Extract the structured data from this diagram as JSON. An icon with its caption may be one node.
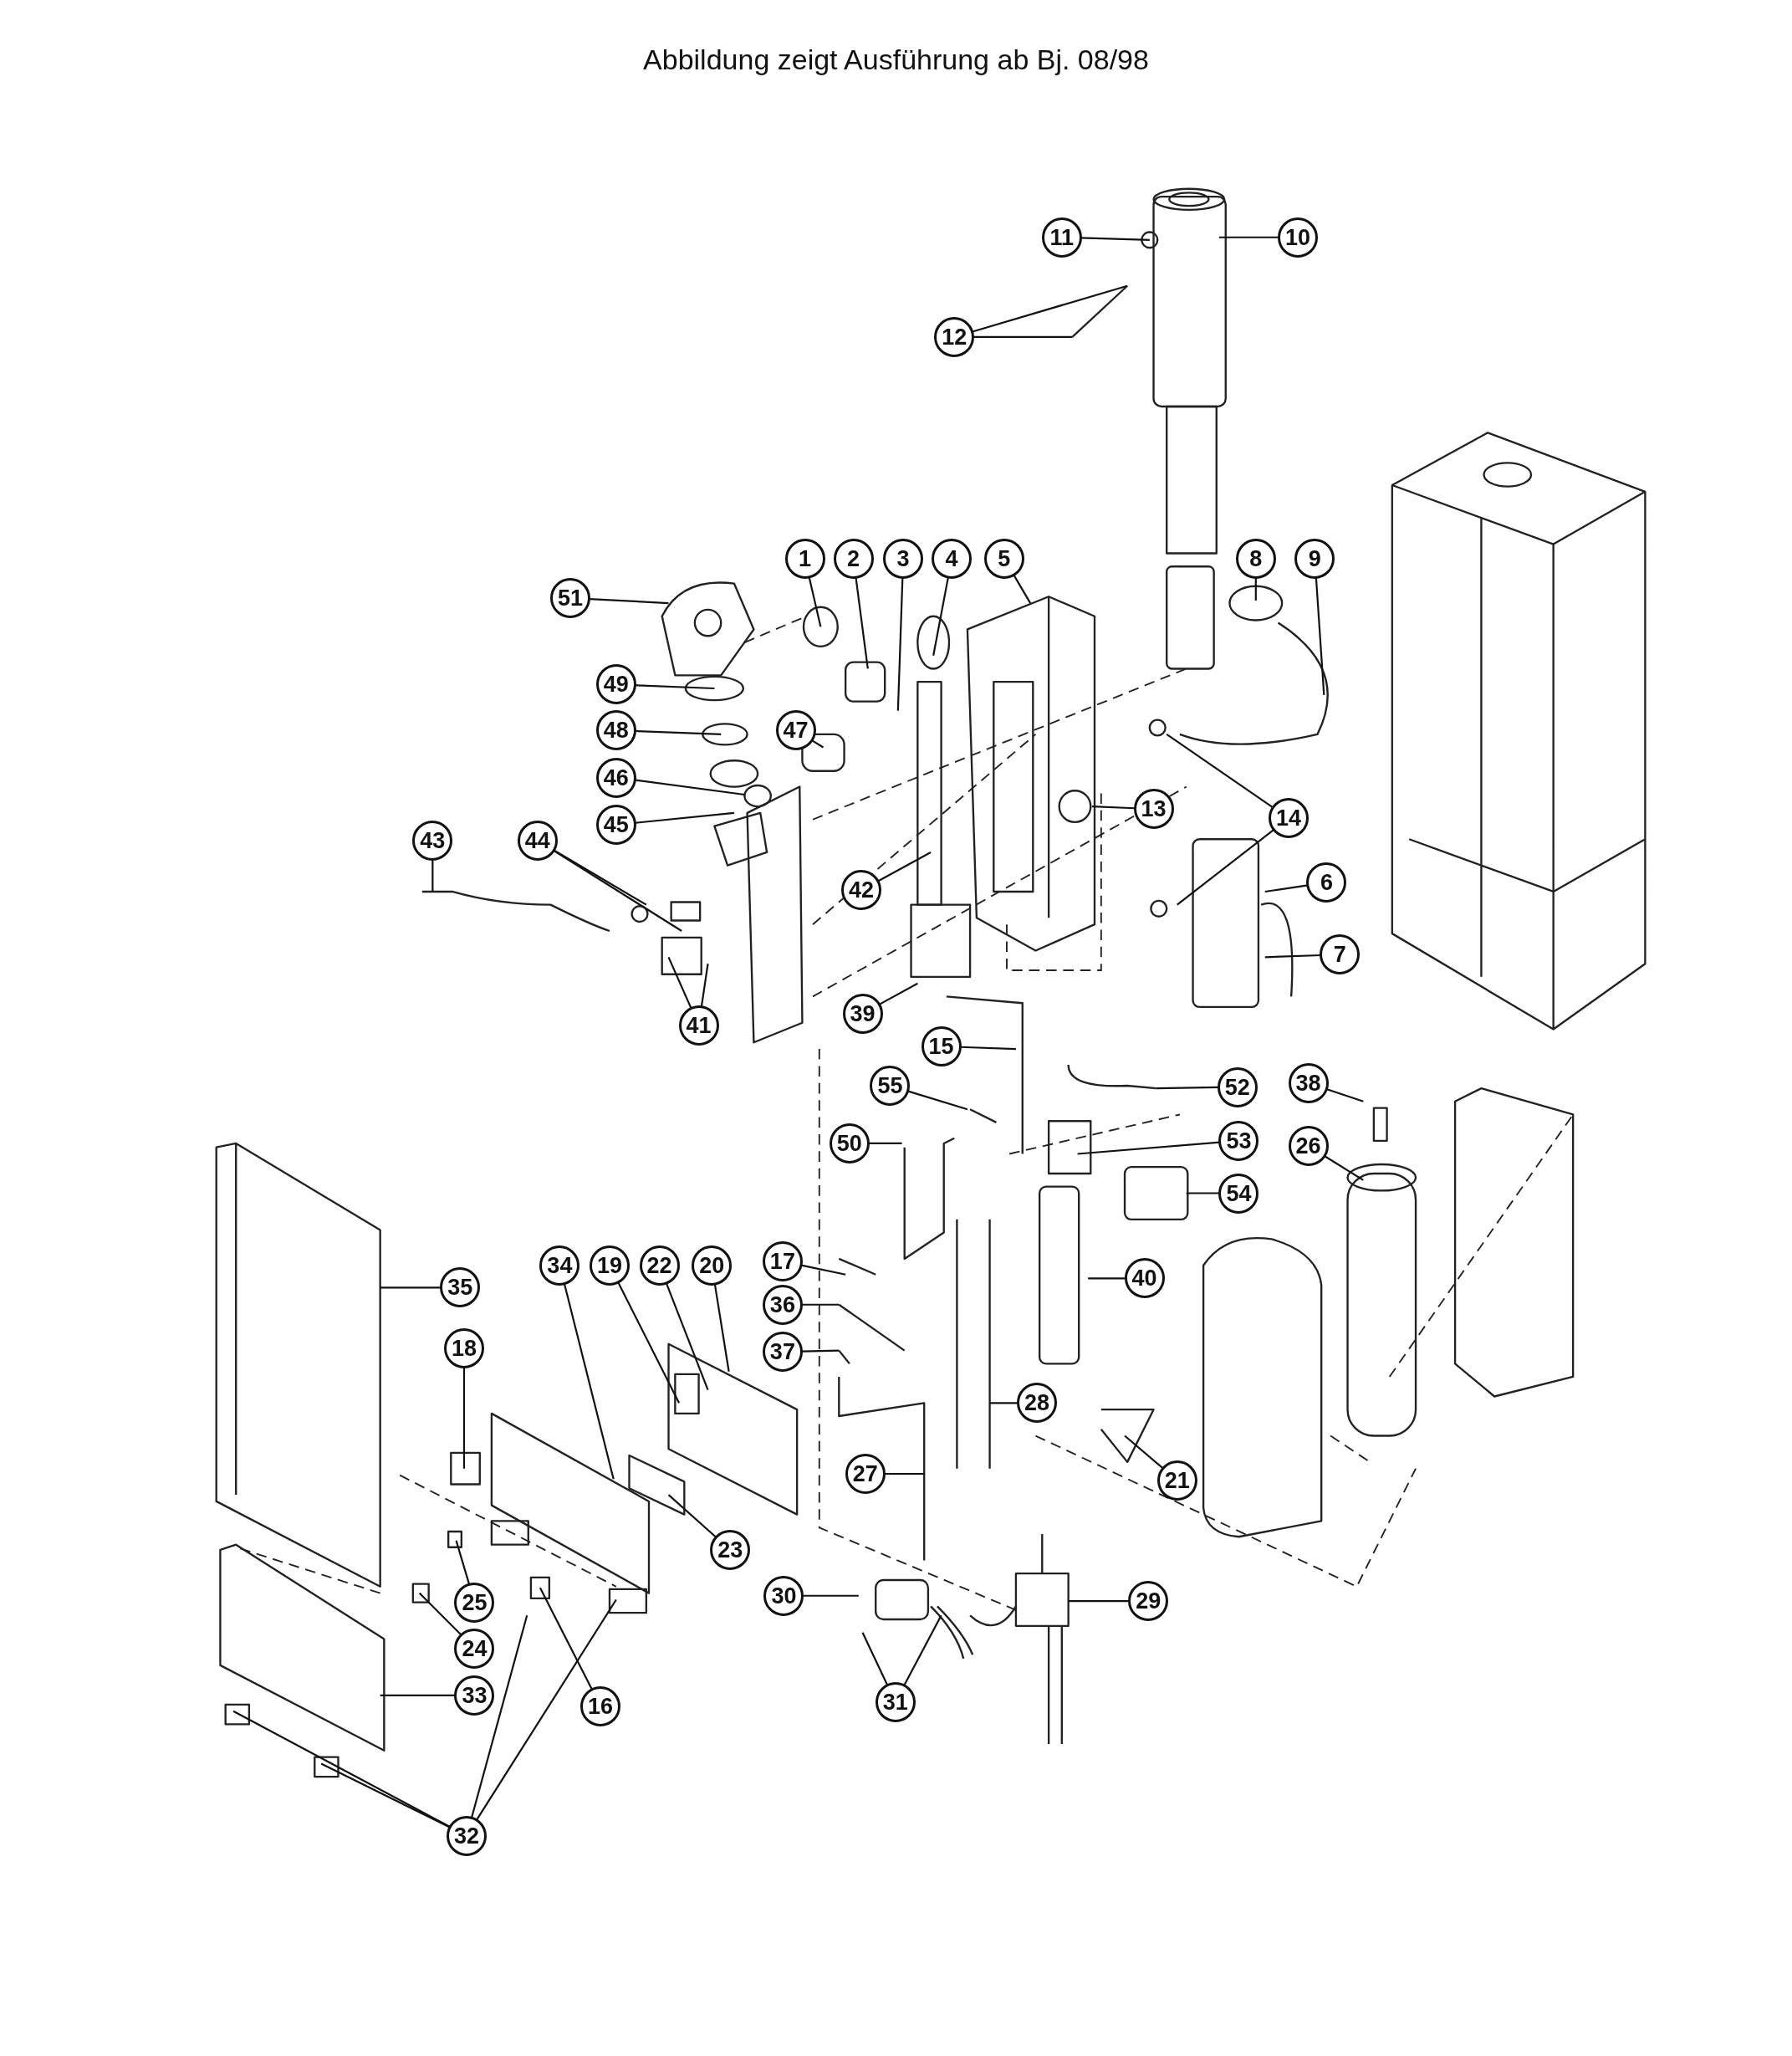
{
  "diagram": {
    "title": "Abbildung zeigt Ausführung ab Bj. 08/98",
    "nodes": [
      {
        "text": [
          "11"
        ]
      },
      {
        "text": [
          "10"
        ]
      },
      {
        "text": [
          "12"
        ]
      },
      {
        "text": [
          "1"
        ]
      },
      {
        "text": [
          "2"
        ]
      },
      {
        "text": [
          "3"
        ]
      },
      {
        "text": [
          "4"
        ]
      },
      {
        "text": [
          "5"
        ]
      },
      {
        "text": [
          "8"
        ]
      },
      {
        "text": [
          "9"
        ]
      },
      {
        "text": [
          "51"
        ]
      },
      {
        "text": [
          "49"
        ]
      },
      {
        "text": [
          "48"
        ]
      },
      {
        "text": [
          "47"
        ]
      },
      {
        "text": [
          "46"
        ]
      },
      {
        "text": [
          "45"
        ]
      },
      {
        "text": [
          "13"
        ]
      },
      {
        "text": [
          "14"
        ]
      },
      {
        "text": [
          "43"
        ]
      },
      {
        "text": [
          "44"
        ]
      },
      {
        "text": [
          "6"
        ]
      },
      {
        "text": [
          "42"
        ]
      },
      {
        "text": [
          "7"
        ]
      },
      {
        "text": [
          "41"
        ]
      },
      {
        "text": [
          "39"
        ]
      },
      {
        "text": [
          "15"
        ]
      },
      {
        "text": [
          "55"
        ]
      },
      {
        "text": [
          "52"
        ]
      },
      {
        "text": [
          "38"
        ]
      },
      {
        "text": [
          "50"
        ]
      },
      {
        "text": [
          "53"
        ]
      },
      {
        "text": [
          "26"
        ]
      },
      {
        "text": [
          "54"
        ]
      },
      {
        "text": [
          "34"
        ]
      },
      {
        "text": [
          "19"
        ]
      },
      {
        "text": [
          "22"
        ]
      },
      {
        "text": [
          "20"
        ]
      },
      {
        "text": [
          "17"
        ]
      },
      {
        "text": [
          "40"
        ]
      },
      {
        "text": [
          "35"
        ]
      },
      {
        "text": [
          "36"
        ]
      },
      {
        "text": [
          "18"
        ]
      },
      {
        "text": [
          "37"
        ]
      },
      {
        "text": [
          "28"
        ]
      },
      {
        "text": [
          "27"
        ]
      },
      {
        "text": [
          "21"
        ]
      },
      {
        "text": [
          "23"
        ]
      },
      {
        "text": [
          "30"
        ]
      },
      {
        "text": [
          "29"
        ]
      },
      {
        "text": [
          "25"
        ]
      },
      {
        "text": [
          "24"
        ]
      },
      {
        "text": [
          "33"
        ]
      },
      {
        "text": [
          "16"
        ]
      },
      {
        "text": [
          "31"
        ]
      },
      {
        "text": [
          "32"
        ]
      }
    ],
    "edges": [
      {
        "from": 0,
        "to": null,
        "arrow": "none"
      },
      {
        "from": 1,
        "to": null,
        "arrow": "none"
      },
      {
        "from": 2,
        "to": null,
        "arrow": "none"
      },
      {
        "from": 2,
        "to": null,
        "arrow": "none"
      },
      {
        "from": 3,
        "to": null,
        "arrow": "none"
      },
      {
        "from": 4,
        "to": null,
        "arrow": "none"
      },
      {
        "from": 5,
        "to": null,
        "arrow": "none"
      },
      {
        "from": 6,
        "to": null,
        "arrow": "none"
      },
      {
        "from": 7,
        "to": null,
        "arrow": "none"
      },
      {
        "from": 8,
        "to": null,
        "arrow": "none"
      },
      {
        "from": 9,
        "to": null,
        "arrow": "none"
      },
      {
        "from": 10,
        "to": null,
        "arrow": "none"
      },
      {
        "from": 11,
        "to": null,
        "arrow": "none"
      },
      {
        "from": 12,
        "to": null,
        "arrow": "none"
      },
      {
        "from": 13,
        "to": null,
        "arrow": "none"
      },
      {
        "from": 14,
        "to": null,
        "arrow": "none"
      },
      {
        "from": 15,
        "to": null,
        "arrow": "none"
      },
      {
        "from": 16,
        "to": null,
        "arrow": "none"
      },
      {
        "from": 17,
        "to": null,
        "arrow": "none"
      },
      {
        "from": 17,
        "to": null,
        "arrow": "none"
      },
      {
        "from": 18,
        "to": null,
        "arrow": "none"
      },
      {
        "from": 19,
        "to": null,
        "arrow": "none"
      },
      {
        "from": 19,
        "to": null,
        "arrow": "none"
      },
      {
        "from": 20,
        "to": null,
        "arrow": "none"
      },
      {
        "from": 21,
        "to": null,
        "arrow": "none"
      },
      {
        "from": 22,
        "to": null,
        "arrow": "none"
      },
      {
        "from": 23,
        "to": null,
        "arrow": "none"
      },
      {
        "from": 23,
        "to": null,
        "arrow": "none"
      },
      {
        "from": 24,
        "to": null,
        "arrow": "none"
      },
      {
        "from": 25,
        "to": null,
        "arrow": "none"
      },
      {
        "from": 26,
        "to": null,
        "arrow": "none"
      },
      {
        "from": 27,
        "to": null,
        "arrow": "none"
      },
      {
        "from": 28,
        "to": null,
        "arrow": "none"
      },
      {
        "from": 29,
        "to": null,
        "arrow": "none"
      },
      {
        "from": 30,
        "to": null,
        "arrow": "none"
      },
      {
        "from": 31,
        "to": null,
        "arrow": "none"
      },
      {
        "from": 32,
        "to": null,
        "arrow": "none"
      },
      {
        "from": 33,
        "to": null,
        "arrow": "none"
      },
      {
        "from": 34,
        "to": null,
        "arrow": "none"
      },
      {
        "from": 35,
        "to": null,
        "arrow": "none"
      },
      {
        "from": 36,
        "to": null,
        "arrow": "none"
      },
      {
        "from": 37,
        "to": null,
        "arrow": "none"
      },
      {
        "from": 38,
        "to": null,
        "arrow": "none"
      },
      {
        "from": 39,
        "to": null,
        "arrow": "none"
      },
      {
        "from": 40,
        "to": null,
        "arrow": "none"
      },
      {
        "from": 41,
        "to": null,
        "arrow": "none"
      },
      {
        "from": 42,
        "to": null,
        "arrow": "none"
      },
      {
        "from": 43,
        "to": null,
        "arrow": "none"
      },
      {
        "from": 44,
        "to": null,
        "arrow": "none"
      },
      {
        "from": 45,
        "to": null,
        "arrow": "none"
      },
      {
        "from": 46,
        "to": null,
        "arrow": "none"
      },
      {
        "from": 47,
        "to": null,
        "arrow": "none"
      },
      {
        "from": 48,
        "to": null,
        "arrow": "none"
      },
      {
        "from": 49,
        "to": null,
        "arrow": "none"
      },
      {
        "from": 50,
        "to": null,
        "arrow": "none"
      },
      {
        "from": 51,
        "to": null,
        "arrow": "none"
      },
      {
        "from": 52,
        "to": null,
        "arrow": "none"
      },
      {
        "from": 53,
        "to": null,
        "arrow": "none"
      },
      {
        "from": 53,
        "to": null,
        "arrow": "none"
      },
      {
        "from": 54,
        "to": null,
        "arrow": "none"
      },
      {
        "from": 54,
        "to": null,
        "arrow": "none"
      },
      {
        "from": 54,
        "to": null,
        "arrow": "none"
      },
      {
        "from": 54,
        "to": null,
        "arrow": "none"
      }
    ]
  }
}
